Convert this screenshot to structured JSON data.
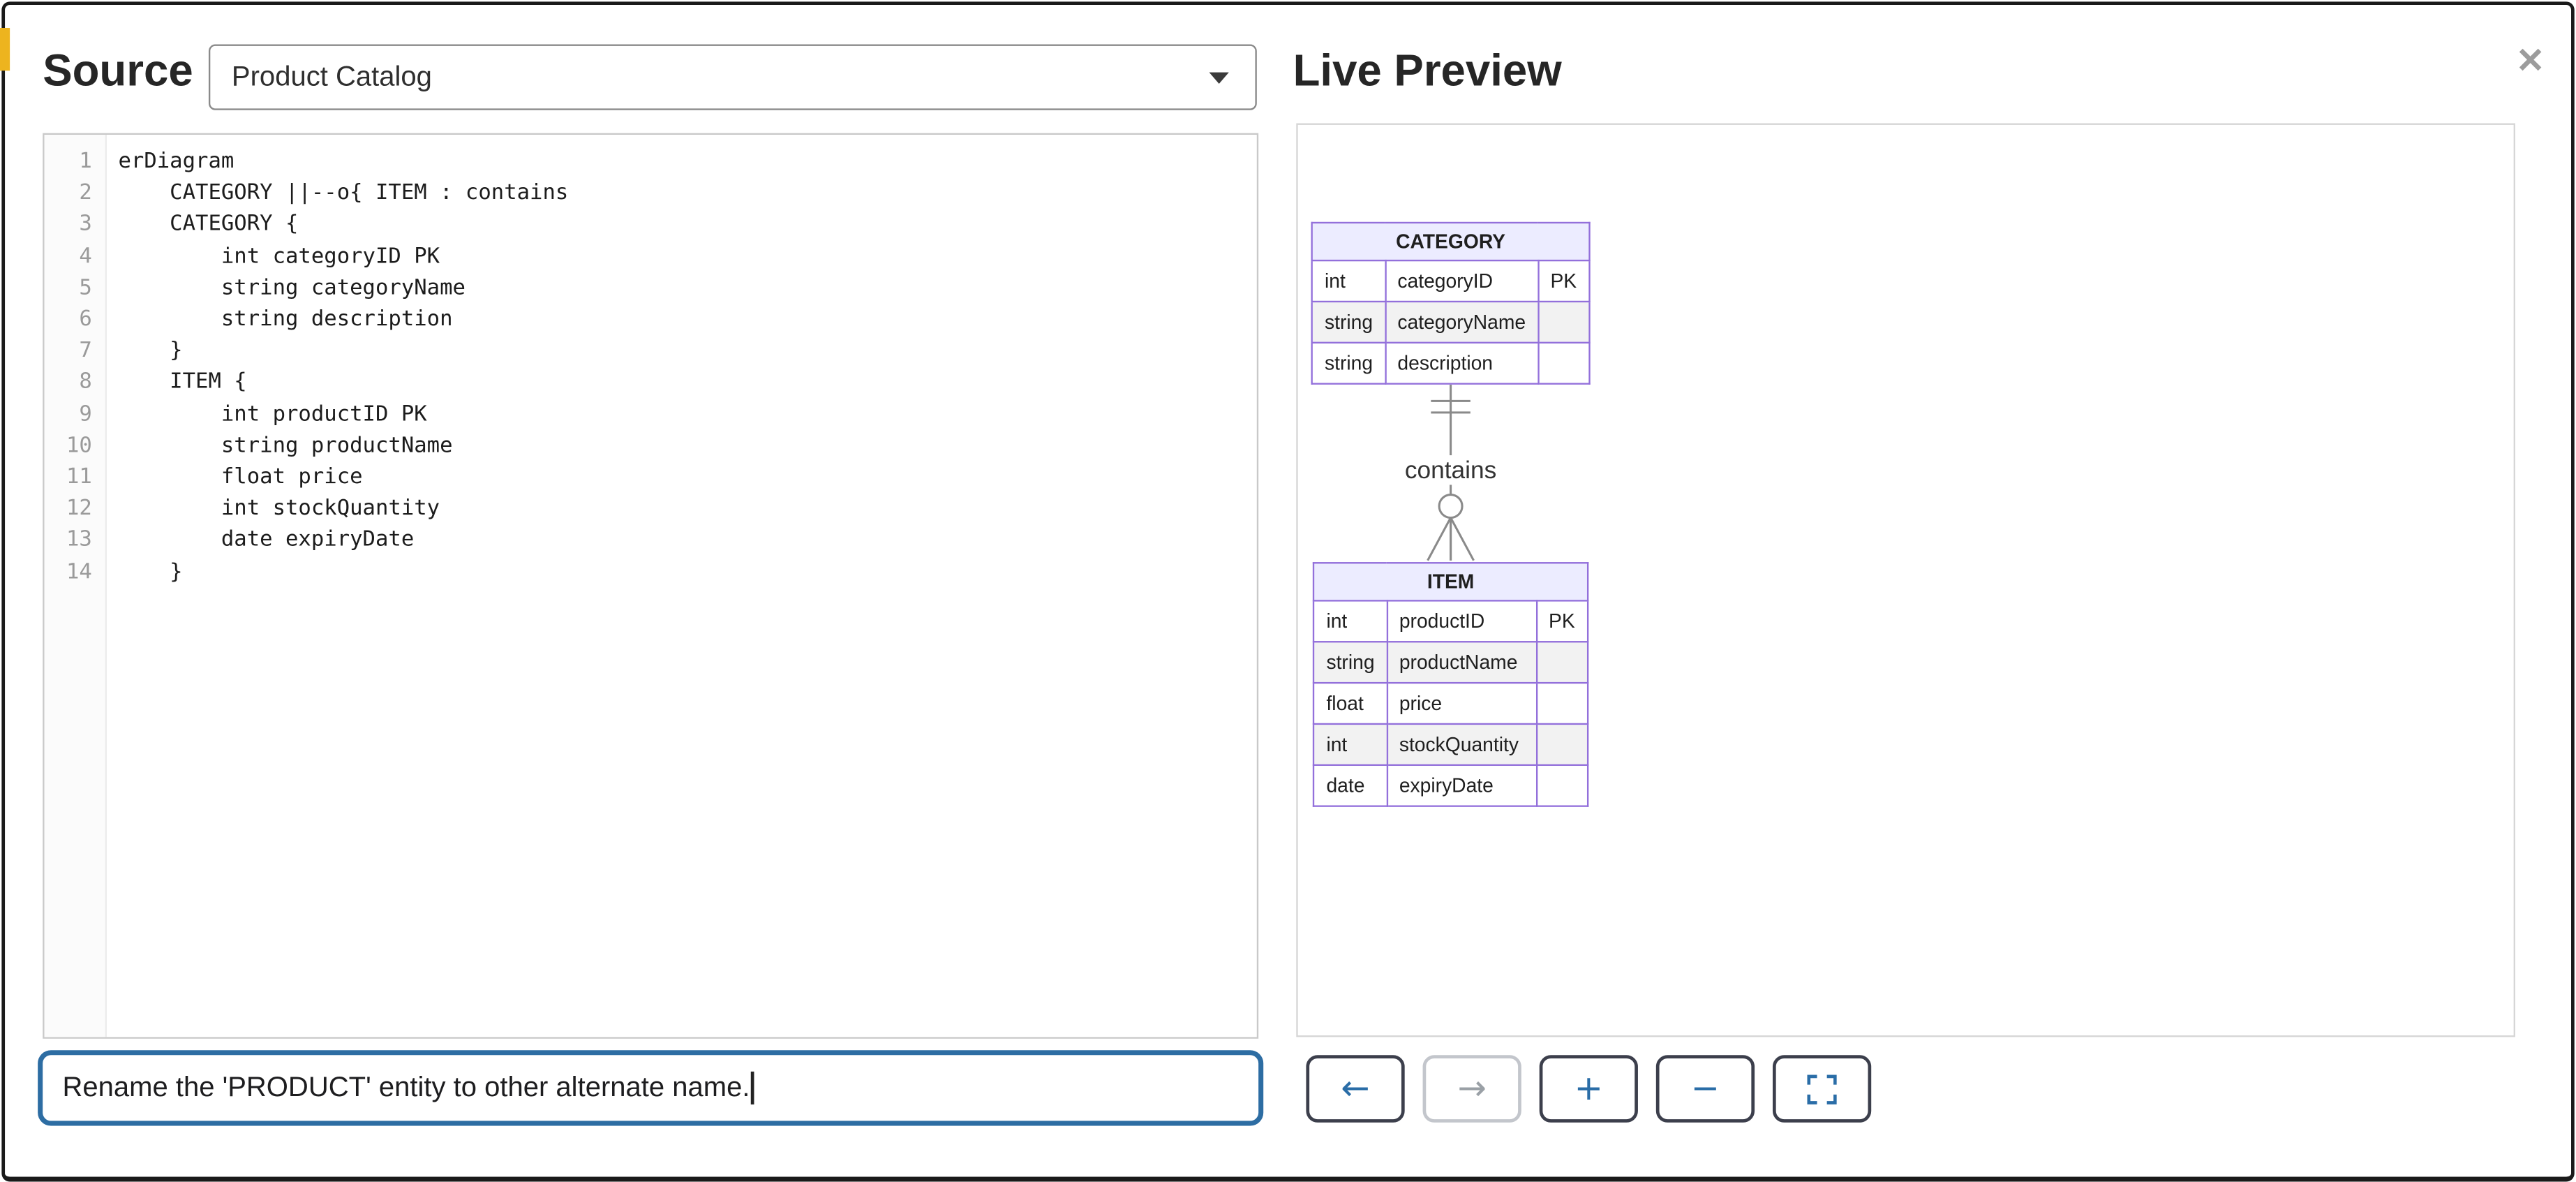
{
  "window": {
    "close_glyph": "✕"
  },
  "header": {
    "source_title": "Source",
    "source_select_value": "Product Catalog",
    "preview_title": "Live Preview"
  },
  "editor": {
    "lines": [
      "erDiagram",
      "    CATEGORY ||--o{ ITEM : contains",
      "    CATEGORY {",
      "        int categoryID PK",
      "        string categoryName",
      "        string description",
      "    }",
      "    ITEM {",
      "        int productID PK",
      "        string productName",
      "        float price",
      "        int stockQuantity",
      "        date expiryDate",
      "    }"
    ]
  },
  "prompt": {
    "value": "Rename the 'PRODUCT' entity to other alternate name."
  },
  "toolbar": {
    "buttons": [
      {
        "name": "back",
        "icon": "arrow-left-icon",
        "glyph": "←",
        "enabled": true
      },
      {
        "name": "forward",
        "icon": "arrow-right-icon",
        "glyph": "→",
        "enabled": false
      },
      {
        "name": "zoom-in",
        "icon": "plus-icon",
        "glyph": "+",
        "enabled": true
      },
      {
        "name": "zoom-out",
        "icon": "minus-icon",
        "glyph": "−",
        "enabled": true
      },
      {
        "name": "fullscreen",
        "icon": "fullscreen-icon",
        "glyph": "",
        "enabled": true
      }
    ]
  },
  "preview": {
    "entities": [
      {
        "name": "CATEGORY",
        "attributes": [
          {
            "type": "int",
            "name": "categoryID",
            "key": "PK"
          },
          {
            "type": "string",
            "name": "categoryName",
            "key": ""
          },
          {
            "type": "string",
            "name": "description",
            "key": ""
          }
        ]
      },
      {
        "name": "ITEM",
        "attributes": [
          {
            "type": "int",
            "name": "productID",
            "key": "PK"
          },
          {
            "type": "string",
            "name": "productName",
            "key": ""
          },
          {
            "type": "float",
            "name": "price",
            "key": ""
          },
          {
            "type": "int",
            "name": "stockQuantity",
            "key": ""
          },
          {
            "type": "date",
            "name": "expiryDate",
            "key": ""
          }
        ]
      }
    ],
    "relationship": {
      "from": "CATEGORY",
      "to": "ITEM",
      "label": "contains",
      "notation": "||--o{"
    }
  },
  "colors": {
    "accent_blue": "#2D6DA3",
    "entity_header_fill": "#ECECFF",
    "entity_border": "#9370DB",
    "row_alt_fill": "#F2F2F2",
    "disabled_gray": "#9AA0A6",
    "page_border": "#1A1A1A"
  }
}
